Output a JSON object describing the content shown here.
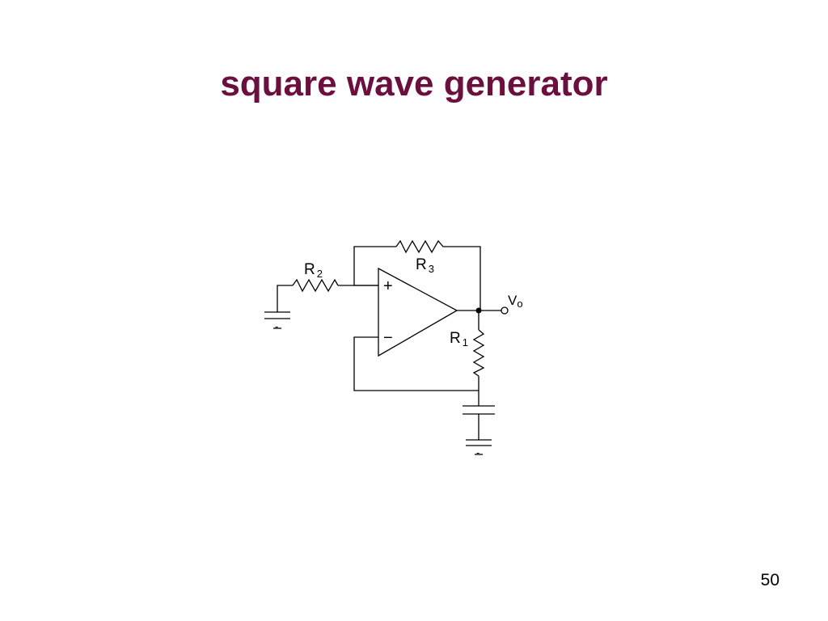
{
  "slide": {
    "title": "square wave generator",
    "page_number": "50"
  },
  "circuit": {
    "components": {
      "r1": {
        "name": "R",
        "subscript": "1"
      },
      "r2": {
        "name": "R",
        "subscript": "2"
      },
      "r3": {
        "name": "R",
        "subscript": "3"
      },
      "opamp": {
        "plus": "+",
        "minus": "−"
      },
      "output": {
        "name": "V",
        "subscript": "o"
      },
      "ground_mark_left": "-",
      "ground_mark_right": "-"
    }
  },
  "colors": {
    "title": "#6b0f3e",
    "line": "#000000"
  }
}
